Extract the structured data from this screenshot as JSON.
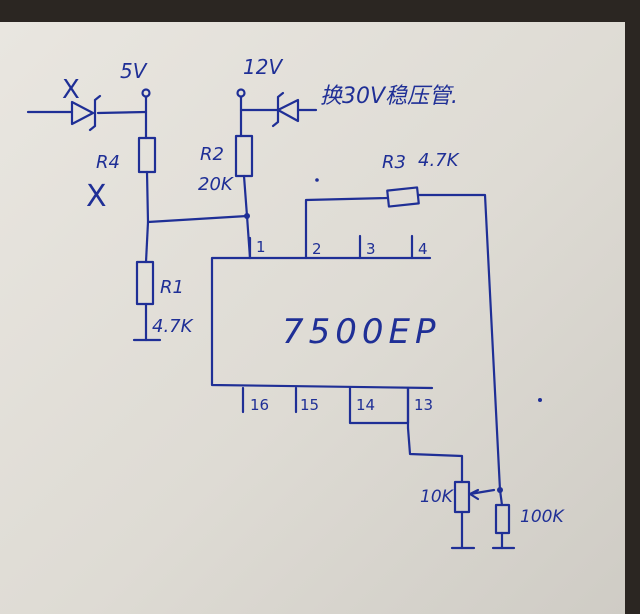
{
  "chip": {
    "label": "7500EP"
  },
  "pins": {
    "p1": "1",
    "p2": "2",
    "p3": "3",
    "p4": "4",
    "p16": "16",
    "p15": "15",
    "p14": "14",
    "p13": "13"
  },
  "supplies": {
    "v5": "5V",
    "v12": "12V"
  },
  "marks": {
    "cross_diode": "X",
    "cross_r4": "X"
  },
  "components": {
    "r4": {
      "label": "R4"
    },
    "r2": {
      "label": "R2",
      "value": "20K"
    },
    "r1": {
      "label": "R1",
      "value": "4.7K"
    },
    "r3": {
      "label": "R3",
      "value": "4.7K"
    },
    "pot": {
      "value": "10K"
    },
    "r100k": {
      "value": "100K"
    }
  },
  "notes": {
    "zener_note": "换30V稳压管."
  },
  "colors": {
    "ink": "#1f2f96",
    "paper": "#e4e1da",
    "background": "#2b2622"
  }
}
